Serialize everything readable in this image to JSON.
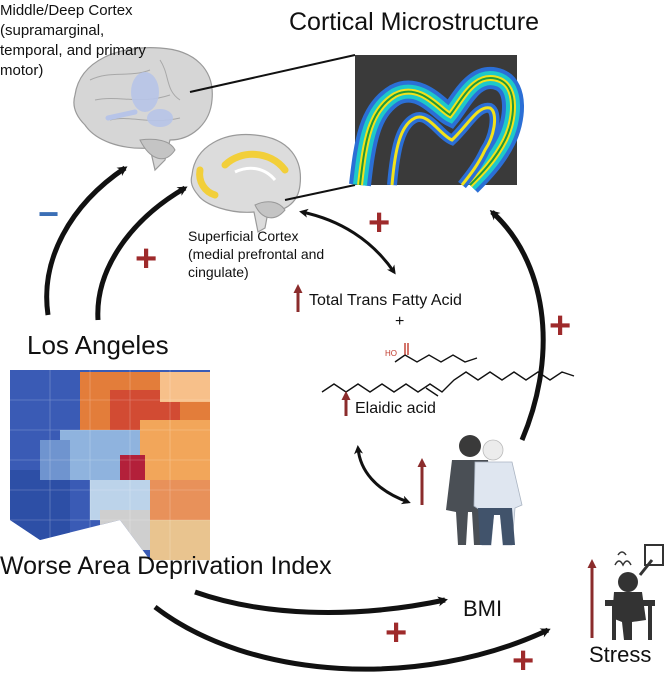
{
  "labels": {
    "middle_cortex_title": "Middle/Deep Cortex",
    "middle_cortex_line1": "(supramarginal,",
    "middle_cortex_line2": "temporal, and primary",
    "middle_cortex_line3": "motor)",
    "microstructure_title": "Cortical Microstructure",
    "superficial_title": "Superficial Cortex",
    "superficial_line1": "(medial prefrontal and",
    "superficial_line2": "cingulate)",
    "trans_fat": "Total Trans Fatty Acid",
    "plus_joiner": "+",
    "elaidic": "Elaidic acid",
    "ho_label": "HO",
    "los_angeles": "Los Angeles",
    "adi": "Worse Area Deprivation Index",
    "bmi": "BMI",
    "stress": "Stress"
  },
  "signs": {
    "minus": "−",
    "plus": "+"
  },
  "colors": {
    "plus_red": "#9e2a2b",
    "minus_blue": "#3b6fb6",
    "up_arrow": "#8b2c2c",
    "arrow_black": "#111111",
    "brain_gray": "#d9d9d9",
    "highlight_blue": "#b7c4e8",
    "highlight_yellow": "#f2cf3a",
    "map_blue": "#2d4fa6",
    "map_red": "#c0392b"
  }
}
